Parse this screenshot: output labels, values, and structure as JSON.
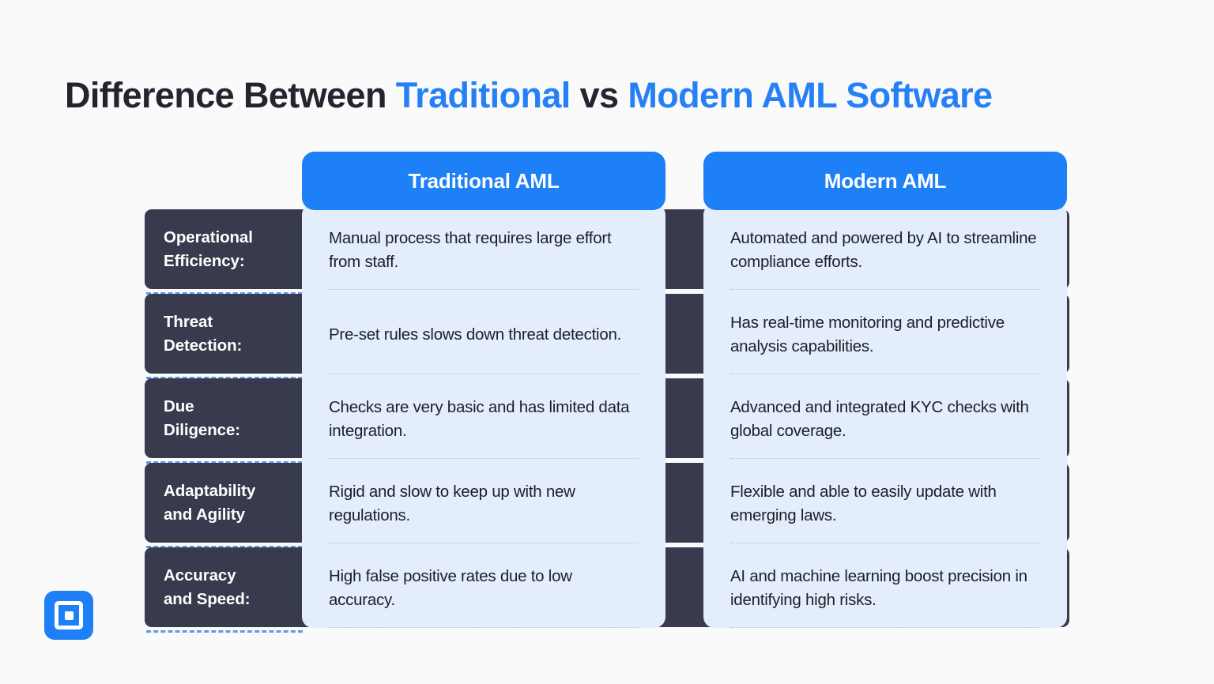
{
  "title": {
    "part1": "Difference Between ",
    "part2": "Traditional",
    "part3": " vs ",
    "part4": "Modern AML Software"
  },
  "colors": {
    "accent_blue": "#2680F5",
    "header_blue": "#1E80F6",
    "panel_blue": "#E4EDFB",
    "dark_navy": "#373B4D",
    "page_background": "#FAFAFA",
    "dash_blue": "#5B9BEA",
    "dotted_gray": "#B9C2D2"
  },
  "columns": {
    "traditional_header": "Traditional AML",
    "modern_header": "Modern AML"
  },
  "rows": [
    {
      "label_line1": "Operational",
      "label_line2": "Efficiency:",
      "traditional": "Manual process that requires large effort from staff.",
      "modern": "Automated and powered by AI to streamline compliance efforts."
    },
    {
      "label_line1": "Threat",
      "label_line2": "Detection:",
      "traditional": "Pre-set rules slows down threat detection.",
      "modern": "Has real-time monitoring and predictive analysis capabilities."
    },
    {
      "label_line1": "Due",
      "label_line2": "Diligence:",
      "traditional": "Checks are very basic and has limited data integration.",
      "modern": "Advanced and integrated KYC checks with global coverage."
    },
    {
      "label_line1": "Adaptability",
      "label_line2": "and Agility",
      "traditional": "Rigid and slow to keep up with new regulations.",
      "modern": "Flexible and able to easily update with emerging laws."
    },
    {
      "label_line1": "Accuracy",
      "label_line2": "and Speed:",
      "traditional": "High false positive rates due to low accuracy.",
      "modern": "AI and machine learning boost precision in identifying high risks."
    }
  ],
  "logo": {
    "name": "brand-logo"
  }
}
